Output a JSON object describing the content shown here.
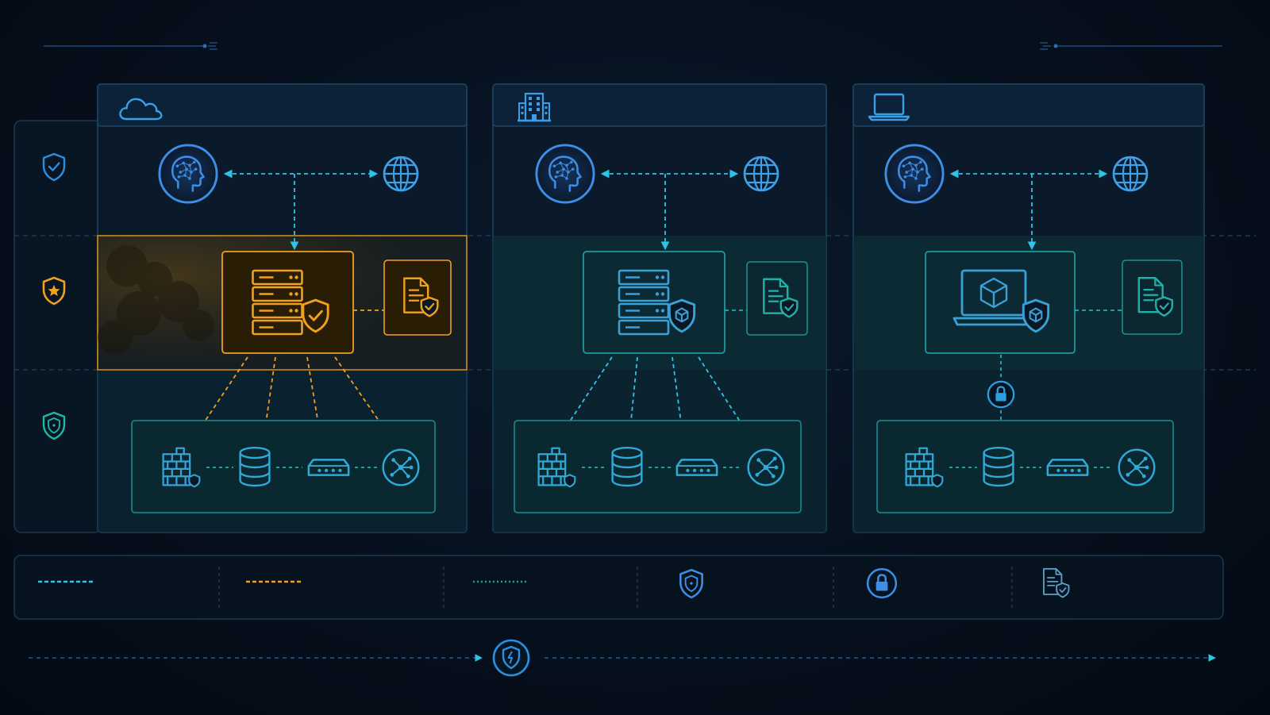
{
  "colors": {
    "background": "#050d18",
    "cyan": "#2ec4e6",
    "blue": "#2b8fe0",
    "amber": "#f0a020",
    "teal": "#1aa39a",
    "panel_border": "#1e4a63"
  },
  "tiers": [
    {
      "icon": "shield-check-icon",
      "color": "#2b8fe0"
    },
    {
      "icon": "shield-star-icon",
      "color": "#f0a020"
    },
    {
      "icon": "shield-icon",
      "color": "#1fb8a8"
    }
  ],
  "environments": [
    {
      "header_icon": "cloud-icon",
      "highlight": "amber",
      "top_icons": [
        "ai-head-icon",
        "globe-icon"
      ],
      "core_icon": "server-shield-icon",
      "policy_icon": "document-shield-icon",
      "connector": "fan-out",
      "resources": [
        "firewall-icon",
        "database-icon",
        "router-icon",
        "network-hub-icon"
      ]
    },
    {
      "header_icon": "building-icon",
      "highlight": "teal",
      "top_icons": [
        "ai-head-icon",
        "globe-icon"
      ],
      "core_icon": "server-shield-icon",
      "policy_icon": "document-shield-icon",
      "connector": "fan-out",
      "resources": [
        "firewall-icon",
        "database-icon",
        "router-icon",
        "network-hub-icon"
      ]
    },
    {
      "header_icon": "laptop-icon",
      "highlight": "teal",
      "top_icons": [
        "ai-head-icon",
        "globe-icon"
      ],
      "core_icon": "laptop-shield-icon",
      "policy_icon": "document-shield-icon",
      "connector": "lock",
      "resources": [
        "firewall-icon",
        "database-icon",
        "router-icon",
        "network-hub-icon"
      ]
    }
  ],
  "legend": [
    {
      "type": "line",
      "style": "dashed",
      "color": "#2ec4e6"
    },
    {
      "type": "line",
      "style": "dashed",
      "color": "#f0a020"
    },
    {
      "type": "line",
      "style": "dotted",
      "color": "#1aa39a"
    },
    {
      "type": "icon",
      "icon": "shield-icon"
    },
    {
      "type": "icon",
      "icon": "lock-icon"
    },
    {
      "type": "icon",
      "icon": "document-shield-icon"
    }
  ],
  "footer": {
    "icon": "shield-lock-icon"
  }
}
